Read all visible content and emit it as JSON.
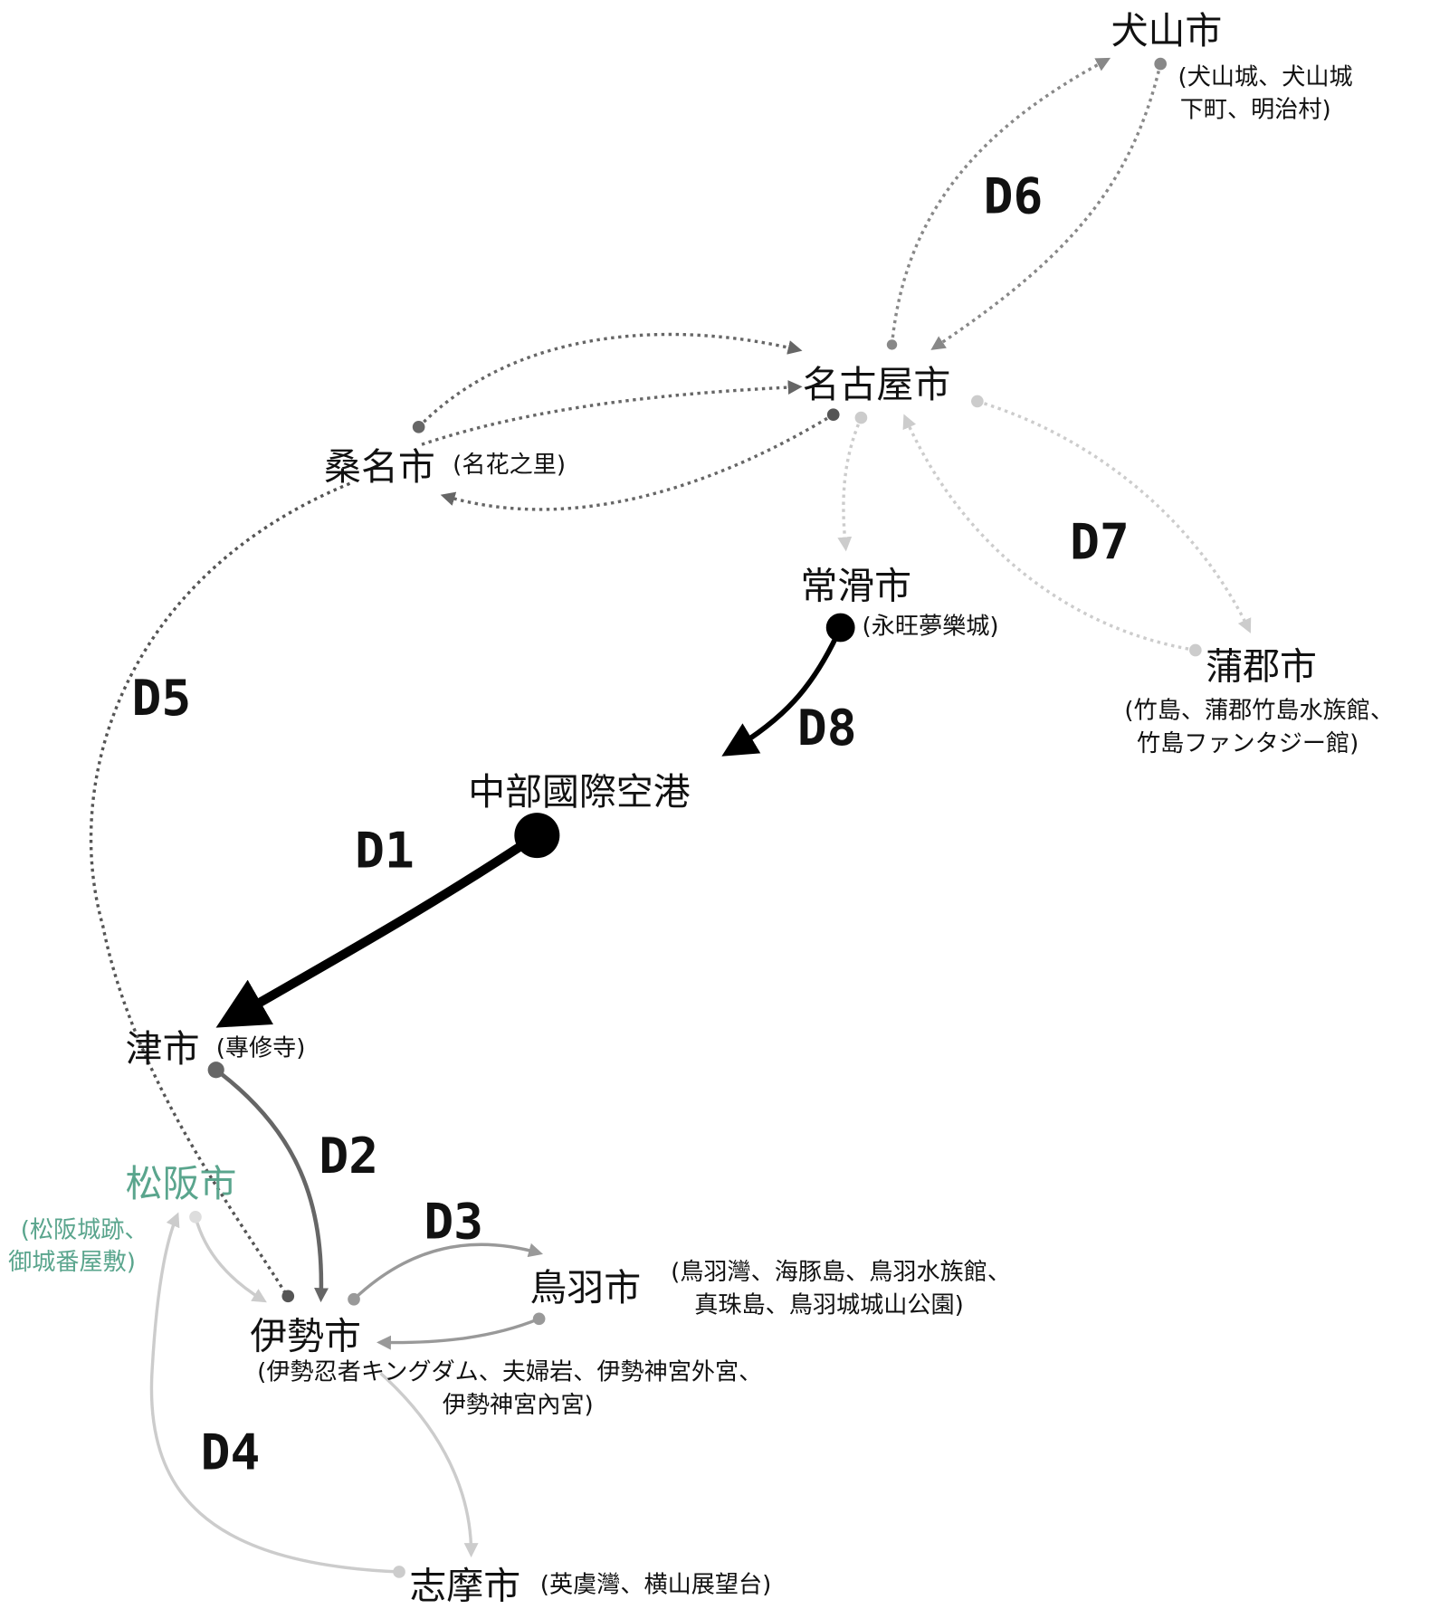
{
  "colors": {
    "accent_green": "#5aa58d",
    "strong": "#000000",
    "mid": "#666666",
    "light": "#cccccc"
  },
  "cities": {
    "inuyama": {
      "name": "犬山市",
      "sub": [
        "(犬山城、犬山城",
        "下町、明治村)"
      ]
    },
    "nagoya": {
      "name": "名古屋市"
    },
    "kuwana": {
      "name": "桑名市",
      "sub": "(名花之里)"
    },
    "tokoname": {
      "name": "常滑市",
      "sub": "(永旺夢樂城)"
    },
    "gamagori": {
      "name": "蒲郡市",
      "sub": [
        "(竹島、蒲郡竹島水族館、",
        "竹島ファンタジー館)"
      ]
    },
    "chubu": {
      "name": "中部國際空港"
    },
    "tsu": {
      "name": "津市",
      "sub": "(專修寺)"
    },
    "matsusaka": {
      "name": "松阪市",
      "sub": [
        "(松阪城跡、",
        "御城番屋敷)"
      ]
    },
    "toba": {
      "name": "鳥羽市",
      "sub": [
        "(鳥羽灣、海豚島、鳥羽水族館、",
        "真珠島、鳥羽城城山公園)"
      ]
    },
    "ise": {
      "name": "伊勢市",
      "sub": [
        "(伊勢忍者キングダム、夫婦岩、伊勢神宮外宮、",
        "伊勢神宮內宮)"
      ]
    },
    "shima": {
      "name": "志摩市",
      "sub": "(英虞灣、横山展望台)"
    }
  },
  "days": [
    "D1",
    "D2",
    "D3",
    "D4",
    "D5",
    "D6",
    "D7",
    "D8"
  ]
}
